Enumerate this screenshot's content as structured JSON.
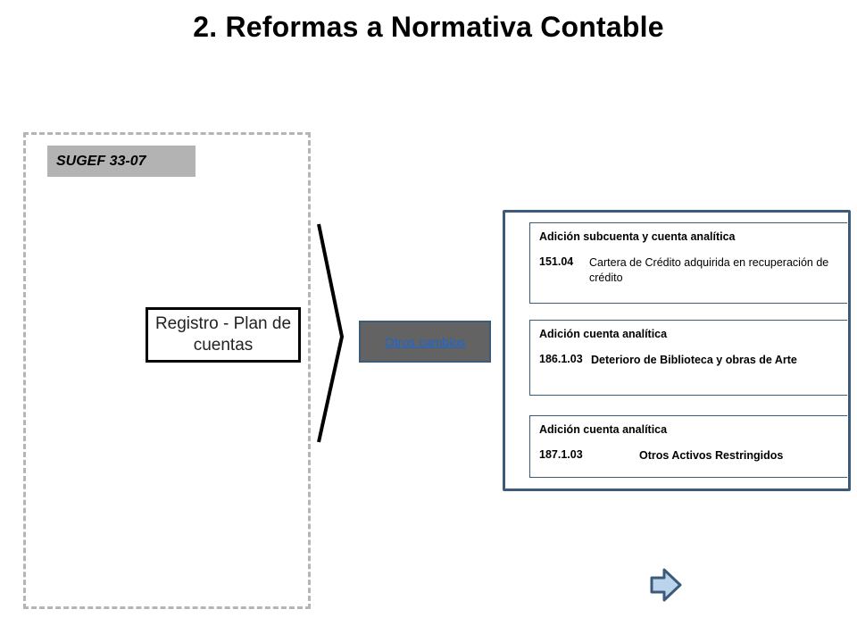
{
  "title": "2. Reformas a Normativa Contable",
  "sugef_tag": "SUGEF 33-07",
  "registro_label": "Registro - Plan de cuentas",
  "otros_cambios_link": "Otros cambios",
  "cards": [
    {
      "heading": "Adición subcuenta y cuenta analítica",
      "code": "151.04",
      "description": "Cartera de Crédito adquirida en recuperación de crédito"
    },
    {
      "heading": "Adición cuenta analítica",
      "code": "186.1.03",
      "description": "Deterioro de Biblioteca y obras de Arte"
    },
    {
      "heading": "Adición cuenta analítica",
      "code": "187.1.03",
      "description": "Otros Activos Restringidos"
    }
  ],
  "icons": {
    "chevron": "right-chevron-bracket-icon",
    "next": "next-arrow-icon"
  },
  "colors": {
    "accent_border": "#3c5a7a",
    "tag_bg": "#b3b3b3",
    "button_bg": "#636363",
    "link": "#1a66d6",
    "arrow_fill": "#bcd3ec"
  }
}
